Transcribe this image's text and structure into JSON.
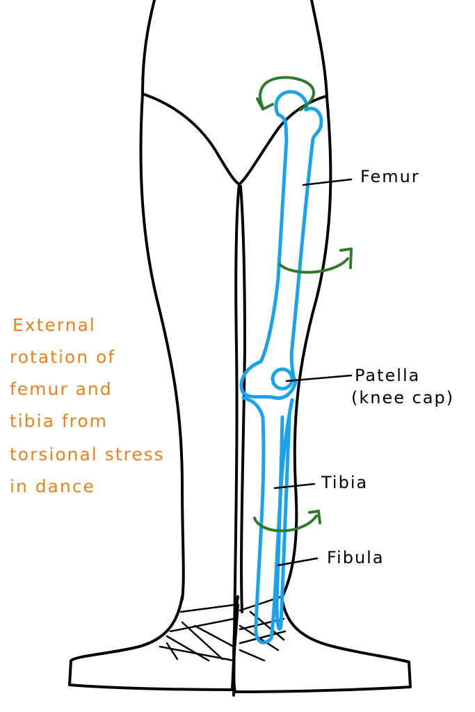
{
  "labels": {
    "femur": "Femur",
    "patella": "Patella",
    "patella_note": "(knee cap)",
    "tibia": "Tibia",
    "fibula": "Fibula"
  },
  "note": {
    "lines": [
      "External",
      "rotation of",
      "femur and",
      "tibia from",
      "torsional stress",
      "in dance"
    ]
  },
  "colors": {
    "bone": "#19a3ef",
    "arrow": "#2e7a2a",
    "note": "#f07f1a"
  }
}
